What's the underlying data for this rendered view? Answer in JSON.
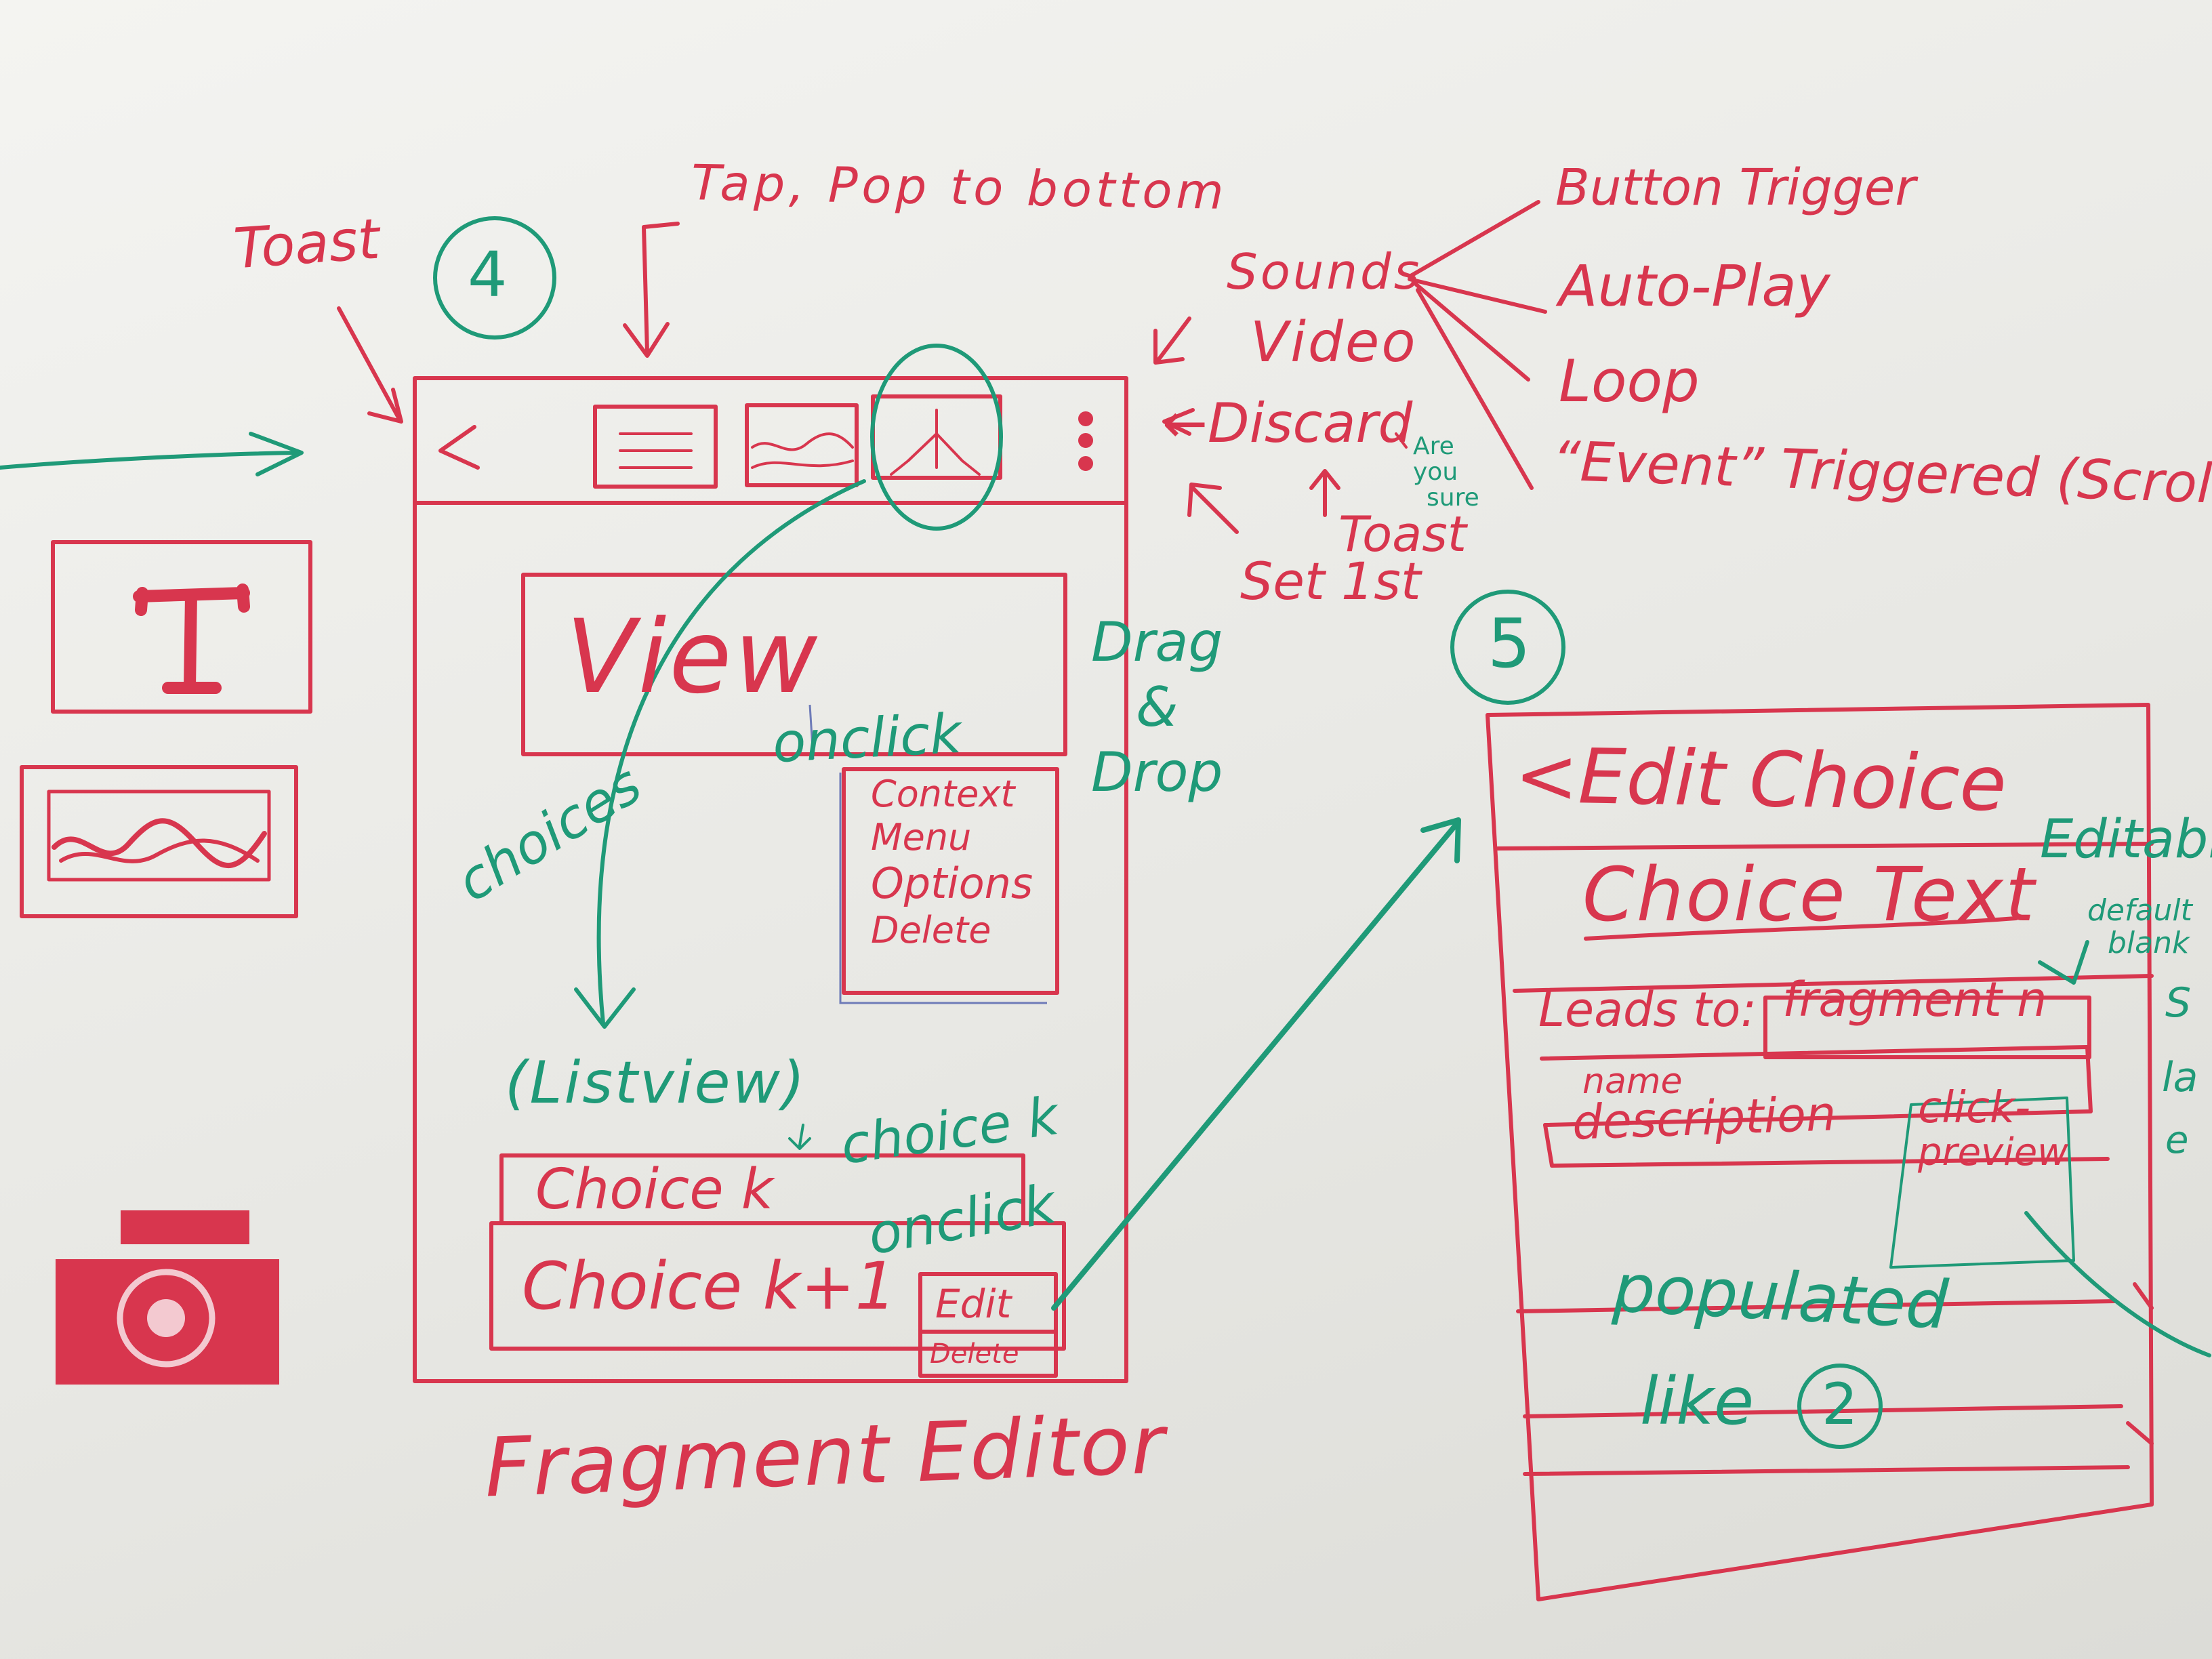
{
  "colors": {
    "red_marker": "#d8364e",
    "green_marker": "#1f9a78",
    "board": "#ecece9"
  },
  "left_palette": {
    "text_tool_glyph": "T",
    "icons": [
      "text-tool-icon",
      "image-tool-icon",
      "camera-icon"
    ]
  },
  "top_notes": {
    "toast_top": "Toast",
    "step_4": "4",
    "tap_note": "Tap, Pop to bottom"
  },
  "media_menu": {
    "sounds": "Sounds",
    "sound_options": [
      "Button Trigger",
      "Auto-Play",
      "Loop",
      "“Event” Triggered (Scrolling"
    ],
    "video": "Video",
    "discard": "←Discard",
    "are_you_sure": [
      "Are",
      "you",
      "sure"
    ],
    "toast": "Toast",
    "set_1st": "Set 1st"
  },
  "fragment_editor": {
    "back": "<",
    "view_label": "View",
    "drag_drop": [
      "Drag",
      "&",
      "Drop"
    ],
    "onclick_1": "onclick",
    "choices_label": "choices",
    "context_menu": [
      "Context",
      "Menu",
      "Options",
      "Delete"
    ],
    "listview": "(Listview)",
    "choice_k_note": "choice k",
    "onclick_2": "onclick",
    "choice_1": "Choice k",
    "choice_2": "Choice k+1",
    "popup": [
      "Edit",
      "Delete"
    ],
    "caption": "Fragment Editor"
  },
  "edit_choice": {
    "step_5": "5",
    "title": "<Edit Choice",
    "choice_text": "Choice Text",
    "editable": "Editable",
    "leads_to_label": "Leads to:",
    "leads_to_value": "fragment n",
    "default_note": [
      "default",
      "blank"
    ],
    "side_notes": [
      "S",
      "la",
      "e"
    ],
    "name": "name",
    "description": "description",
    "click_preview": [
      "click-",
      "preview"
    ],
    "populated": "populated",
    "like": "like",
    "ref_2": "2"
  }
}
